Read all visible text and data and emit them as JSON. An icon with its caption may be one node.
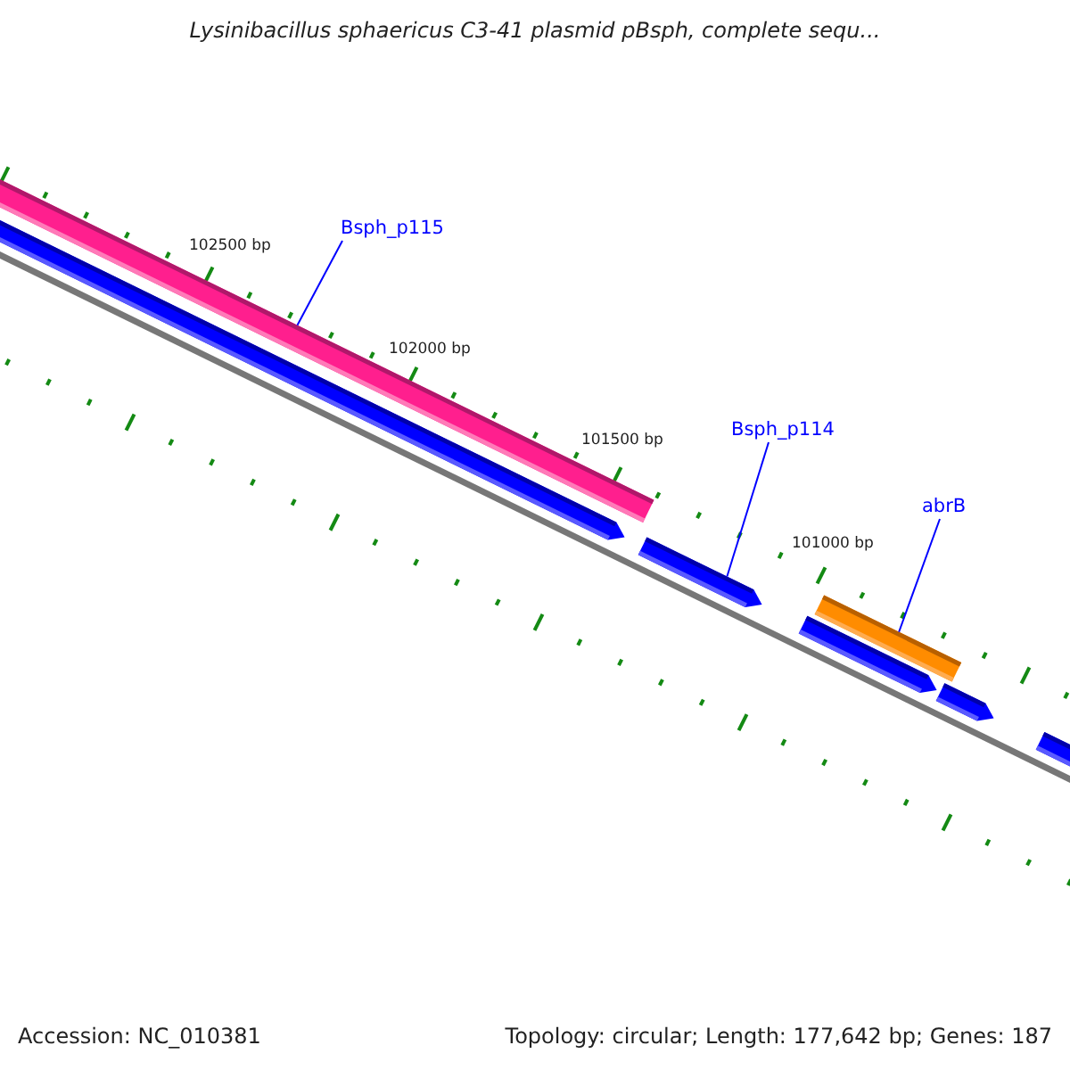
{
  "diagram": {
    "title": "Lysinibacillus sphaericus C3-41 plasmid pBsph, complete sequ...",
    "nodes": [
      {
        "text": [
          "Bsph_p115"
        ]
      },
      {
        "text": [],
        "shape": "bar"
      },
      {
        "text": [],
        "shape": "bar"
      },
      {
        "text": [
          "Bsph_p114"
        ]
      },
      {
        "text": [],
        "shape": "bar"
      },
      {
        "text": [
          "abrB"
        ]
      },
      {
        "text": [],
        "shape": "bar"
      },
      {
        "text": [],
        "shape": "bar"
      },
      {
        "text": [],
        "shape": "bar"
      },
      {
        "text": [],
        "shape": "bar"
      }
    ],
    "edges": [
      {
        "from": 0,
        "to": 1,
        "arrow": "none"
      },
      {
        "from": 3,
        "to": 4,
        "arrow": "none"
      },
      {
        "from": 5,
        "to": 6,
        "arrow": "none"
      }
    ],
    "labels": [
      "102500 bp",
      "102000 bp",
      "101500 bp",
      "101000 bp",
      "Accession: NC_010381",
      "Topology: circular; Length: 177,642 bp; Genes: 187"
    ]
  }
}
